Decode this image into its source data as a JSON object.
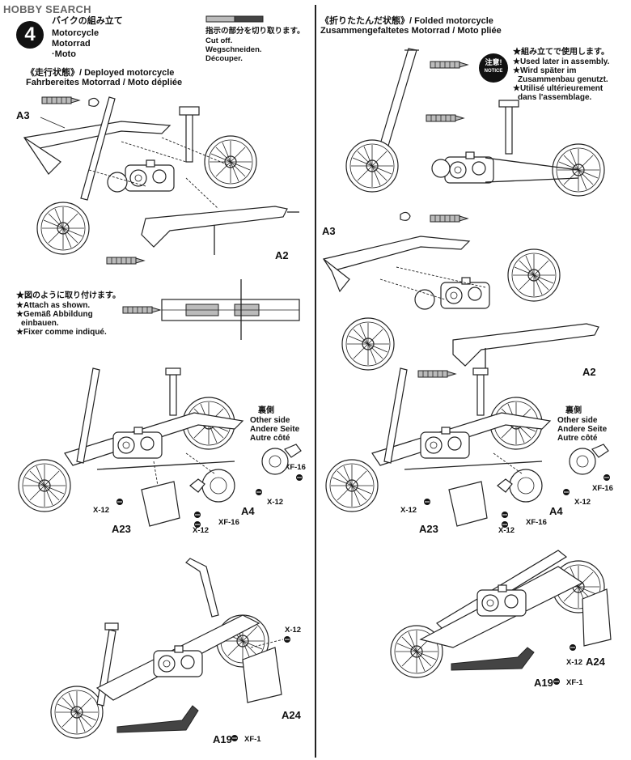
{
  "watermark": "HOBBY SEARCH",
  "step": {
    "number": "4",
    "title_jp": "バイクの組み立て",
    "title_en": "Motorcycle",
    "title_de": "Motorrad",
    "title_fr": "·Moto"
  },
  "cut_note": {
    "jp": "指示の部分を切り取ります。",
    "en": "Cut off.",
    "de": "Wegschneiden.",
    "fr": "Découper."
  },
  "deployed": {
    "heading_line1": "《走行状態》/ Deployed motorcycle",
    "heading_line2": "Fahrbereites Motorrad / Moto dépliée"
  },
  "folded": {
    "heading_line1": "《折りたたんだ状態》/ Folded motorcycle",
    "heading_line2": "Zusammengefaltetes Motorrad / Moto pliée"
  },
  "notice_badge": {
    "jp": "注意!",
    "en": "NOTICE"
  },
  "notice_text": {
    "jp": "★組み立てで使用します。",
    "en": "★Used later in assembly.",
    "de1": "★Wird später im",
    "de2": "Zusammenbau genutzt.",
    "fr1": "★Utilisé ultérieurement",
    "fr2": "dans l'assemblage."
  },
  "attach_note": {
    "jp": "★図のように取り付けます。",
    "en": "★Attach as shown.",
    "de1": "★Gemäß Abbildung",
    "de2": "einbauen.",
    "fr": "★Fixer comme indiqué."
  },
  "other_side": {
    "jp": "裏側",
    "en": "Other side",
    "de": "Andere Seite",
    "fr": "Autre côté"
  },
  "parts": {
    "A3": "A3",
    "A2": "A2",
    "A4": "A4",
    "A23": "A23",
    "A24": "A24",
    "A19": "A19",
    "X12": "X-12",
    "XF16": "XF-16",
    "XF1": "XF-1"
  }
}
